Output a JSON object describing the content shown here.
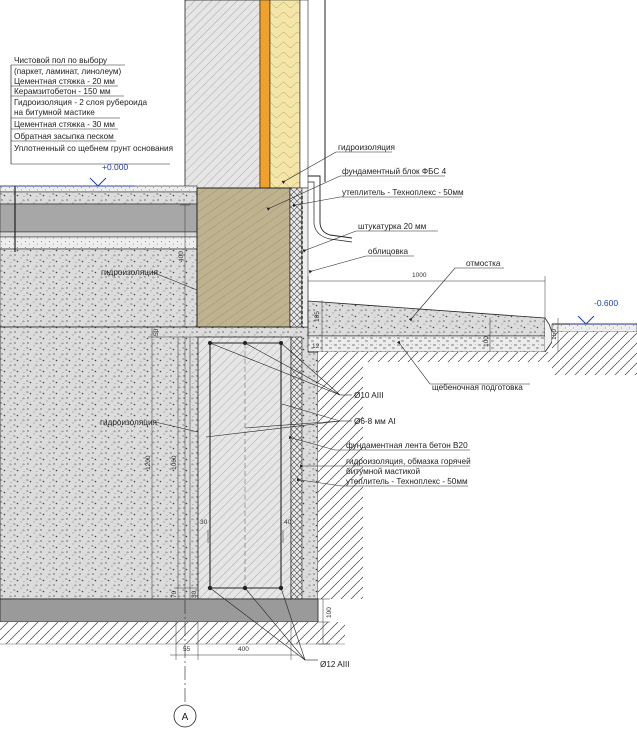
{
  "colors": {
    "concrete": "#dcdcdc",
    "fbs_block": "#bfb28f",
    "insulation_yellow": "#f3e6a8",
    "insulation_orange": "#f1a12b",
    "wall": "#e3e3e3",
    "gravel": "#eeeeee",
    "level_mark": "#1f3fb0",
    "line": "#222222"
  },
  "floor_layers": [
    "Чистовой пол по выбору",
    "(паркет, ламинат, линолеум)",
    "Цементная стяжка - 20 мм",
    "Керамзитобетон - 150 мм",
    "Гидроизоляция - 2 слоя рубероида",
    "на битумной мастике",
    "Цементная стяжка - 30 мм",
    "Обратная засыпка песком",
    "Уплотненный со щебнем грунт основания"
  ],
  "levels": {
    "floor": "+0.000",
    "ground": "-0.600"
  },
  "labels": {
    "waterproofing_top": "гидроизоляция",
    "fbs_block": "фундаментный блок ФБС 4",
    "insulation_top": "утеплитель - Техноплекс - 50мм",
    "plaster": "штукатурка 20 мм",
    "cladding": "облицовка",
    "blind_area": "отмостка",
    "waterproofing_left": "гидроизоляция",
    "waterproofing_mid": "гидроизоляция",
    "gravel_prep": "щебеночная подготовка",
    "rebar_10": "Ø10 AIII",
    "rebar_6_8": "Ø6-8 мм AI",
    "strip_foundation": "фундаментная лента бетон В20",
    "waterproofing_bitumen_1": "гидроизоляция, обмазка горячей",
    "waterproofing_bitumen_2": "битумной мастикой",
    "insulation_bottom": "утеплитель - Техноплекс - 50мм",
    "rebar_12": "Ø12 AIII",
    "axis": "А"
  },
  "dimensions": {
    "blind_area_width": "1000",
    "blind_area_top": "105",
    "blind_area_slope": "12",
    "blind_area_right": "150",
    "blind_area_gravel": "100",
    "floor_height": "400",
    "footing_50": "50",
    "footing_height": "1200",
    "footing_inner": "1060",
    "bottom_70": "70",
    "bottom_100": "100",
    "cover_left": "30",
    "cover_right": "40",
    "cover_top": "30",
    "axis_offset": "55",
    "footing_width": "400"
  }
}
